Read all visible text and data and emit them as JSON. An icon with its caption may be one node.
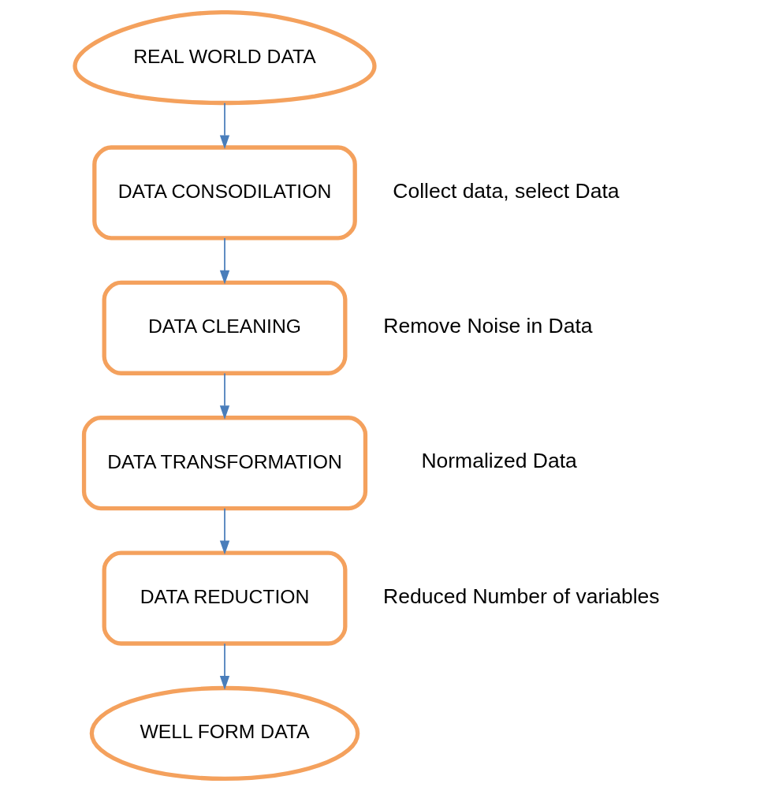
{
  "diagram": {
    "nodes": [
      {
        "text": [
          "REAL WORLD DATA"
        ]
      },
      {
        "text": [
          "DATA CONSODILATION"
        ],
        "beside": [
          "Collect data, select Data"
        ]
      },
      {
        "text": [
          "DATA CLEANING"
        ],
        "beside": [
          "Remove Noise in Data"
        ]
      },
      {
        "text": [
          "DATA TRANSFORMATION"
        ],
        "beside": [
          "Normalized Data"
        ]
      },
      {
        "text": [
          "DATA REDUCTION"
        ],
        "beside": [
          "Reduced Number of variables"
        ]
      },
      {
        "text": [
          "WELL FORM DATA"
        ]
      }
    ],
    "edges": [
      {
        "from": 0,
        "to": 1,
        "arrow": "to"
      },
      {
        "from": 1,
        "to": 2,
        "arrow": "to"
      },
      {
        "from": 2,
        "to": 3,
        "arrow": "to"
      },
      {
        "from": 3,
        "to": 4,
        "arrow": "to"
      },
      {
        "from": 4,
        "to": 5,
        "arrow": "to"
      }
    ]
  }
}
